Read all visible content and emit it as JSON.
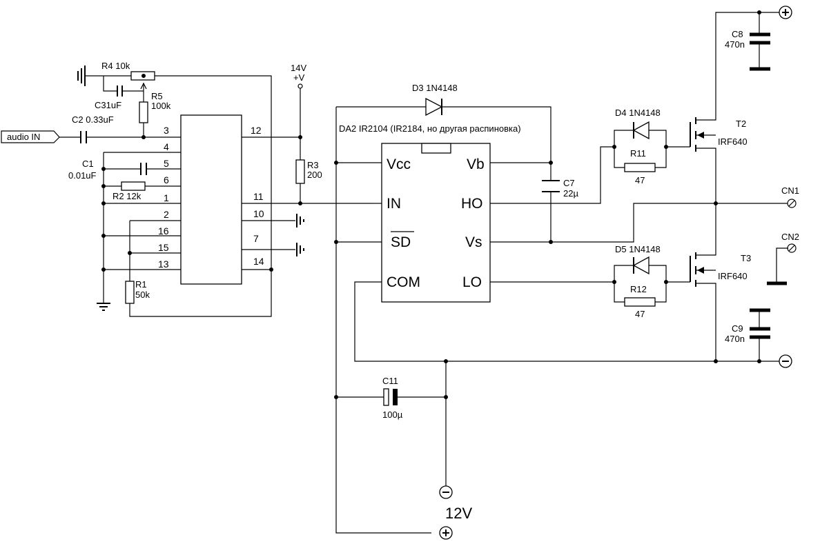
{
  "input": {
    "label": "audio IN"
  },
  "supply": {
    "label_14v": "14V",
    "label_plusv": "+V",
    "label_12v": "12V",
    "plus_sym": "+",
    "minus_sym": "−"
  },
  "left_ic": {
    "pins": {
      "p3": "3",
      "p4": "4",
      "p5": "5",
      "p6": "6",
      "p1": "1",
      "p2": "2",
      "p16": "16",
      "p15": "15",
      "p13": "13",
      "p12": "12",
      "p11": "11",
      "p10": "10",
      "p7": "7",
      "p14": "14"
    }
  },
  "components": {
    "r4": "R4 10k",
    "c3": "C31uF",
    "r5_name": "R5",
    "r5_val": "100k",
    "c2": "C2 0.33uF",
    "c1_name": "C1",
    "c1_val": "0.01uF",
    "r2": "R2 12k",
    "r1_name": "R1",
    "r1_val": "50k",
    "r3_name": "R3",
    "r3_val": "200",
    "d3": "D3  1N4148",
    "da2": "DA2  IR2104 (IR2184, но другая распиновка)",
    "c7_name": "C7",
    "c7_val": "22µ",
    "d4": "D4   1N4148",
    "r11": "R11",
    "r11_val": "47",
    "d5": "D5   1N4148",
    "r12": "R12",
    "r12_val": "47",
    "t2": "T2",
    "t2_type": "IRF640",
    "t3": "T3",
    "t3_type": "IRF640",
    "c8_name": "C8",
    "c8_val": "470n",
    "c9_name": "C9",
    "c9_val": "470n",
    "c11_name": "C11",
    "c11_val": "100µ",
    "cn1": "CN1",
    "cn2": "CN2"
  },
  "driver_ic": {
    "vcc": "Vcc",
    "in": "IN",
    "sd": "SD",
    "com": "COM",
    "vb": "Vb",
    "ho": "HO",
    "vs": "Vs",
    "lo": "LO"
  }
}
